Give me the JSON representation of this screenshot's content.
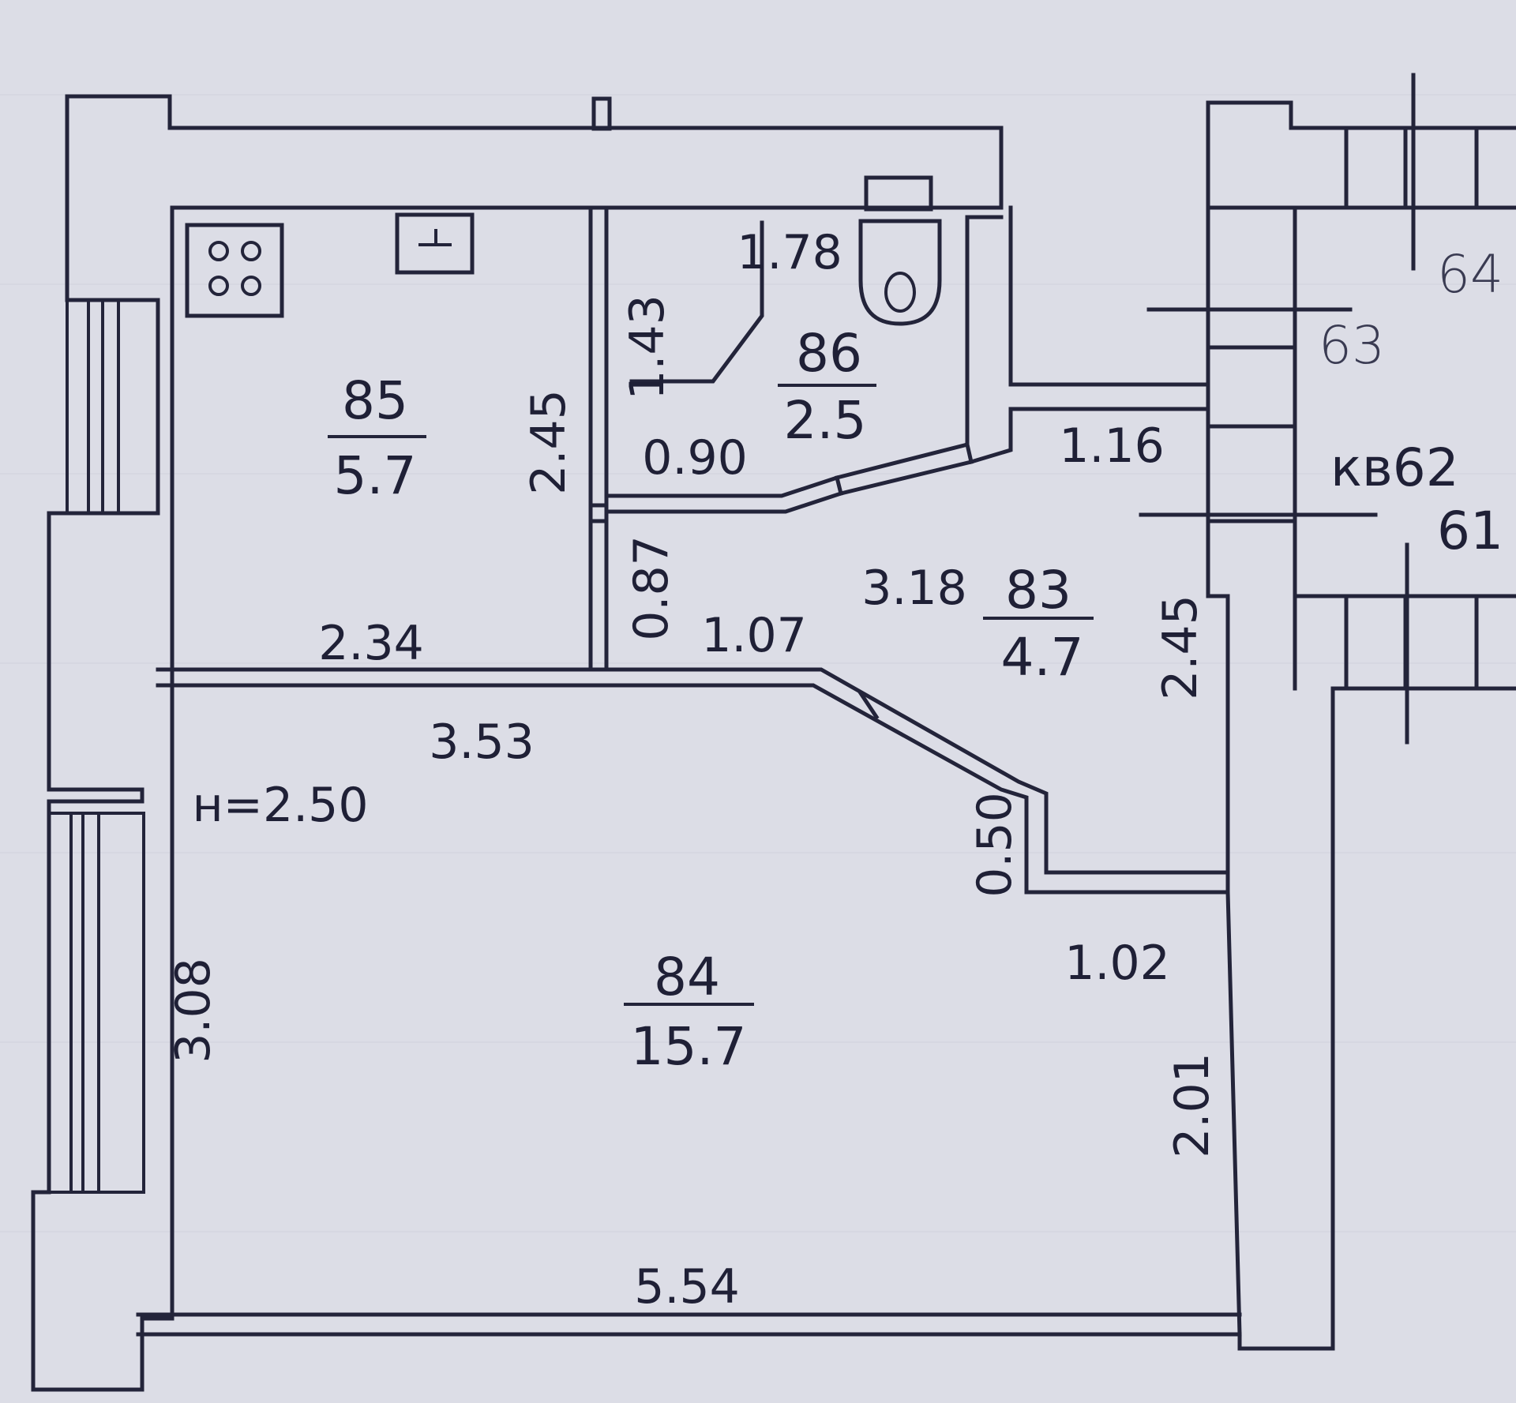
{
  "rooms": [
    {
      "id": "kitchen",
      "number": "85",
      "area": "5.7"
    },
    {
      "id": "bathroom",
      "number": "86",
      "area": "2.5"
    },
    {
      "id": "hall",
      "number": "83",
      "area": "4.7"
    },
    {
      "id": "living",
      "number": "84",
      "area": "15.7"
    }
  ],
  "dimensions": {
    "bath_top": "1.78",
    "bath_side": "1.43",
    "bath_bottom": "0.90",
    "kitchen_height": "2.45",
    "kitchen_width": "2.34",
    "hall_notch": "0.87",
    "hall_left": "1.07",
    "hall_width": "3.18",
    "hall_right": "1.16",
    "hall_height": "2.45",
    "living_top": "3.53",
    "ceiling_height": "н=2.50",
    "living_step": "0.50",
    "living_right_top": "1.02",
    "living_left": "3.08",
    "living_right": "2.01",
    "living_bottom": "5.54"
  },
  "neighbors": {
    "n64": "64",
    "n63": "63",
    "n62": "кв62",
    "n61": "61"
  },
  "colors": {
    "line": "#23243a",
    "paper": "#dcdde6"
  }
}
